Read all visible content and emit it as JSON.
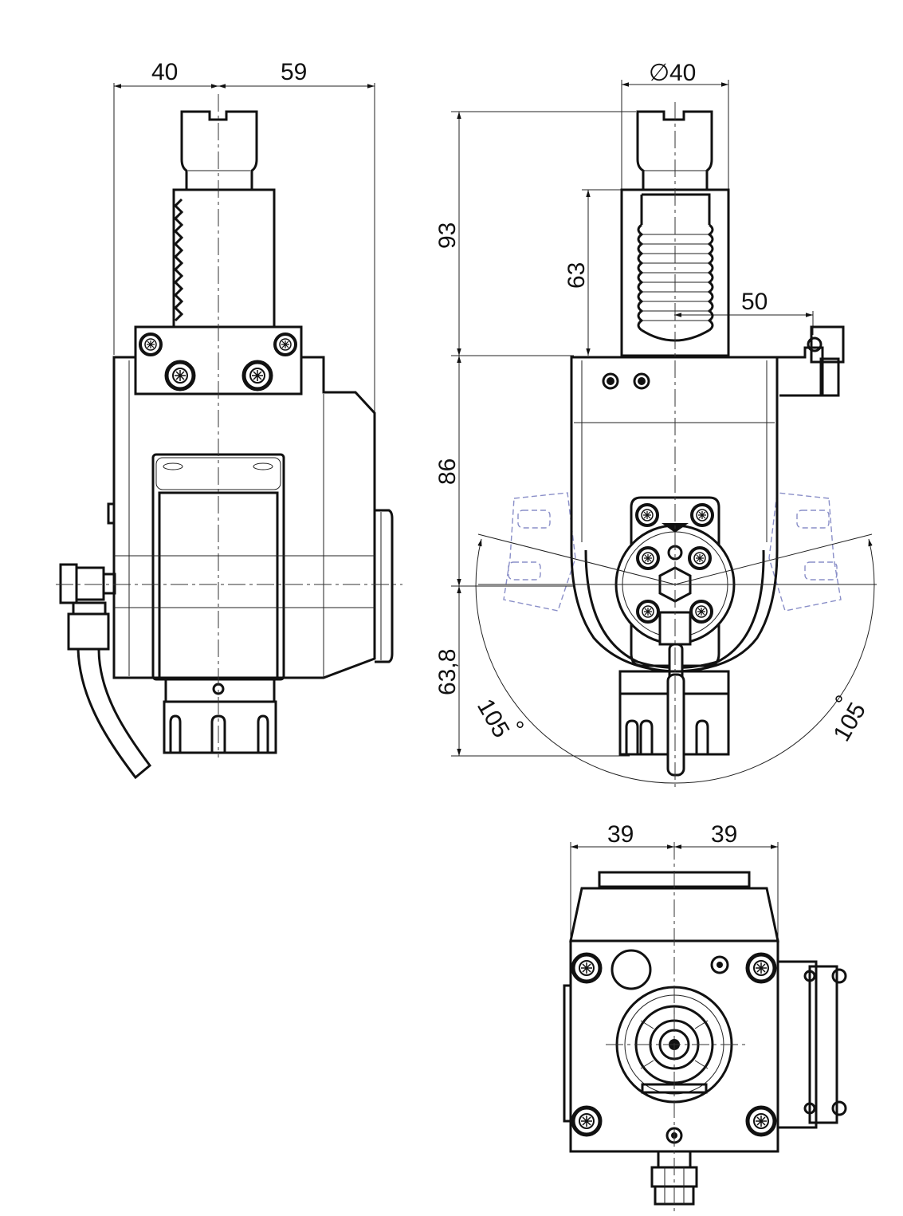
{
  "drawing": {
    "views": {
      "side_view": {
        "dimensions": {
          "left_width": "40",
          "right_width": "59"
        }
      },
      "front_view": {
        "dimensions": {
          "diameter_symbol": "∅",
          "diameter": "40",
          "total_upper_height": "93",
          "shank_height": "63",
          "coolant_offset": "50",
          "body_height": "86",
          "lower_height": "63,8",
          "swivel_angle_left": "105",
          "swivel_angle_right": "105",
          "degree_symbol": "°"
        }
      },
      "bottom_view": {
        "dimensions": {
          "left_half": "39",
          "right_half": "39"
        }
      }
    },
    "colors": {
      "line": "#111111",
      "ghost_outline": "#8a8fc8",
      "background": "#ffffff"
    }
  }
}
